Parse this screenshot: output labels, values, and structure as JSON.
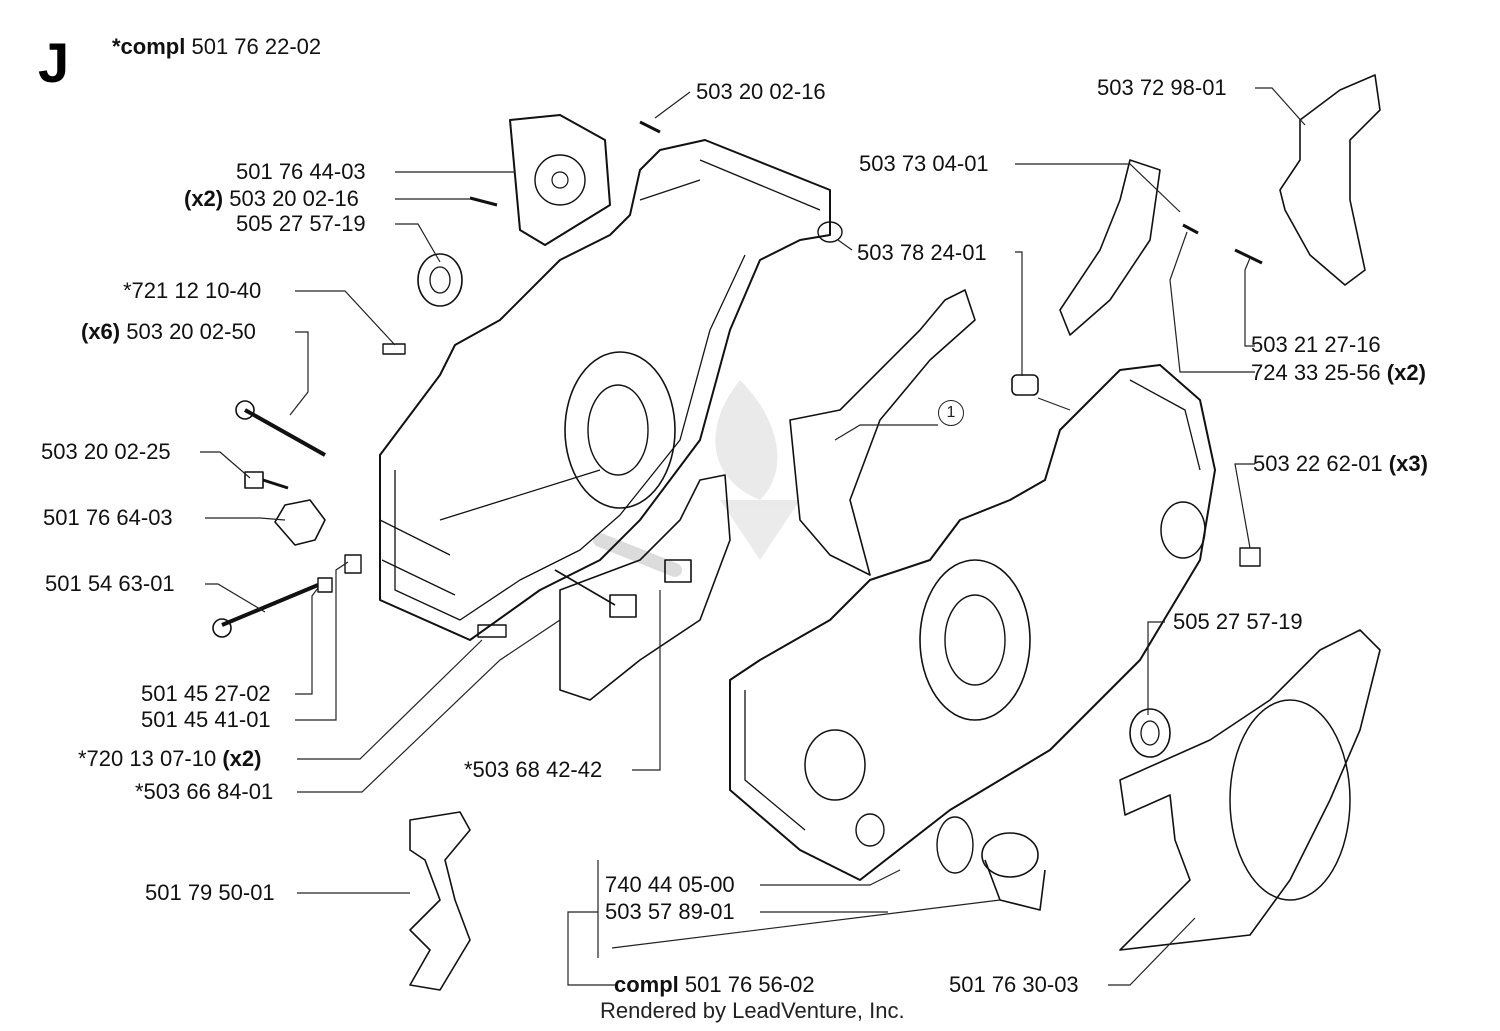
{
  "section_letter": "J",
  "assembly": {
    "prefix": "*compl",
    "number": "501 76 22-02"
  },
  "footer": "Rendered by LeadVenture, Inc.",
  "ref_marker": "1",
  "parts": {
    "p_503200216_top": {
      "number": "503 20 02-16"
    },
    "p_501764403": {
      "number": "501 76 44-03"
    },
    "p_503200216_x2": {
      "qty": "(x2)",
      "number": "503 20 02-16"
    },
    "p_505275719_l": {
      "number": "505 27 57-19"
    },
    "p_721121040": {
      "number": "*721 12 10-40"
    },
    "p_503200250": {
      "qty": "(x6)",
      "number": "503 20 02-50"
    },
    "p_503200225": {
      "number": "503 20 02-25"
    },
    "p_501766403": {
      "number": "501 76 64-03"
    },
    "p_501546301": {
      "number": "501 54 63-01"
    },
    "p_501452702": {
      "number": "501 45 27-02"
    },
    "p_501454101": {
      "number": "501 45 41-01"
    },
    "p_720130710": {
      "number": "*720 13 07-10",
      "qty": "(x2)"
    },
    "p_503668401": {
      "number": "*503 66 84-01"
    },
    "p_501795001": {
      "number": "501 79 50-01"
    },
    "p_503684242": {
      "number": "*503 68 42-42"
    },
    "p_740440500": {
      "number": "740 44 05-00"
    },
    "p_503578901": {
      "number": "503 57 89-01"
    },
    "p_501765602": {
      "prefix": "compl",
      "number": "501 76 56-02"
    },
    "p_501763003": {
      "number": "501 76 30-03"
    },
    "p_505275719_r": {
      "number": "505 27 57-19"
    },
    "p_503226201": {
      "number": "503 22 62-01",
      "qty": "(x3)"
    },
    "p_724332556": {
      "number": "724 33 25-56",
      "qty": "(x2)"
    },
    "p_503212716": {
      "number": "503 21 27-16"
    },
    "p_503730401": {
      "number": "503 73 04-01"
    },
    "p_503729801": {
      "number": "503 72 98-01"
    },
    "p_503782401": {
      "number": "503 78 24-01"
    }
  }
}
